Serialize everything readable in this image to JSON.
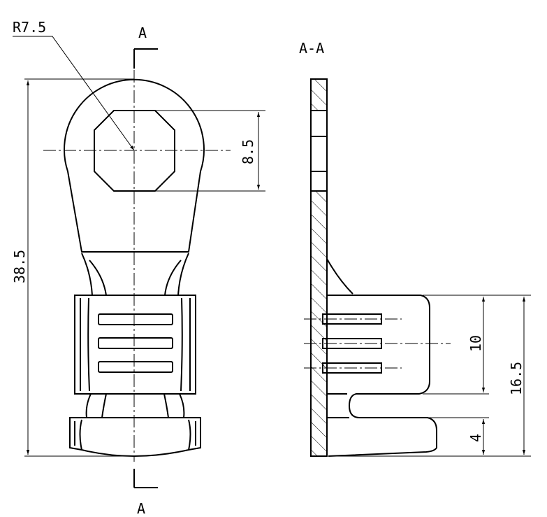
{
  "section_label_top": "A",
  "section_label_bottom": "A",
  "section_view_title": "A-A",
  "dimensions": {
    "radius": "R7.5",
    "hole_width": "8.5",
    "overall_length": "38.5",
    "slot_span": "10",
    "barrel_length": "16.5",
    "end_length": "4"
  }
}
